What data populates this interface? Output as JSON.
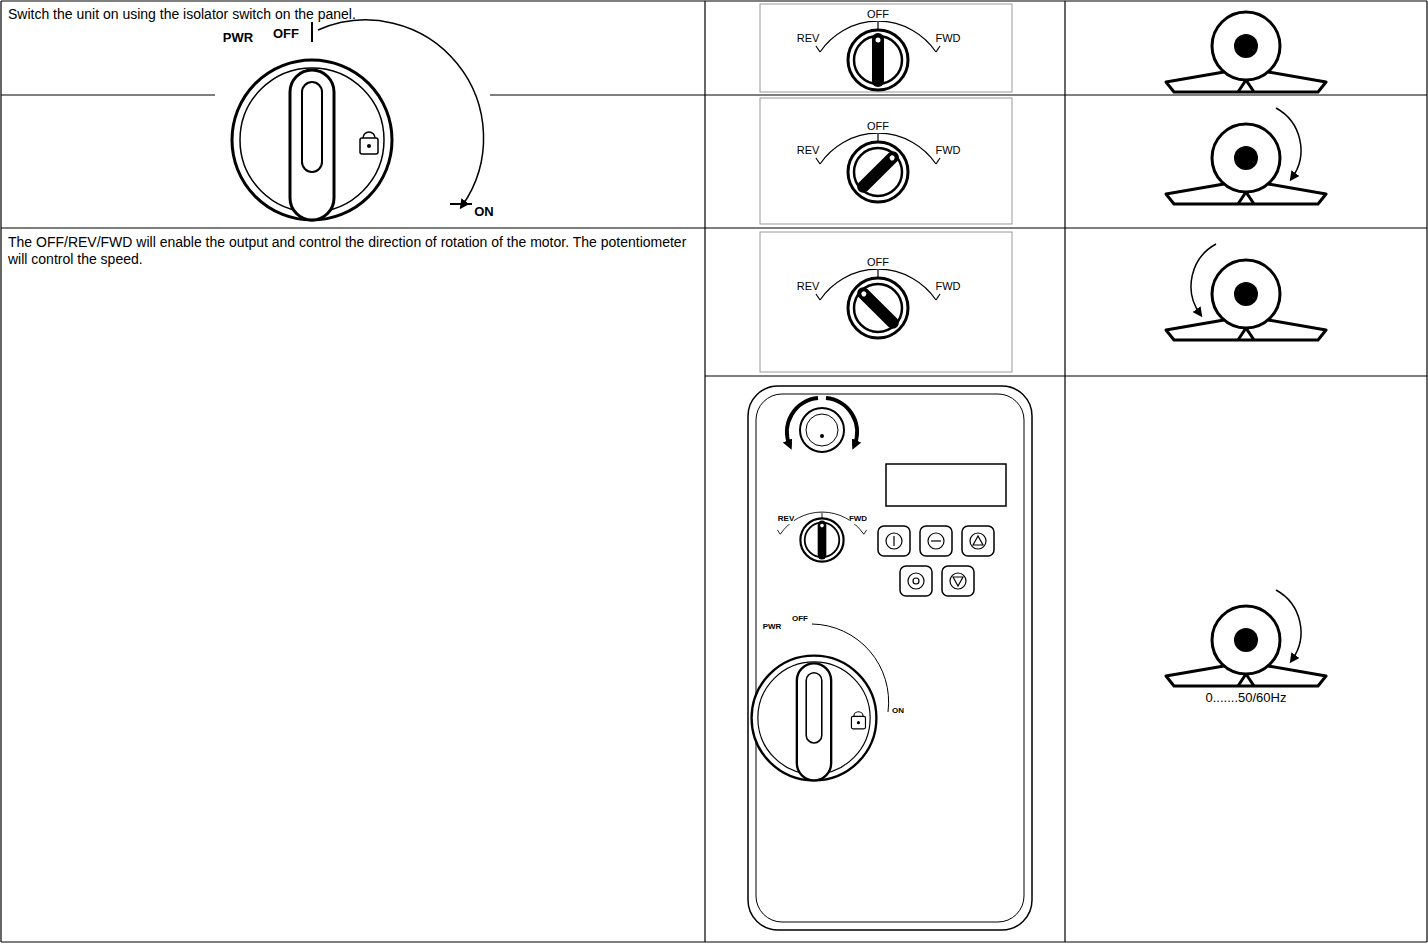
{
  "diagram": {
    "labels": [
      "Switch the unit on using the isolator switch on the panel.",
      "REV",
      "OFF",
      "FWD",
      "PWR",
      "OFF",
      "ON",
      "REV",
      "OFF",
      "FWD",
      "The OFF/REV/FWD will enable the output and control the direction of rotation of the motor. The potentiometer will control the speed.",
      "REV",
      "OFF",
      "FWD",
      "REV",
      "FWD",
      "PWR",
      "OFF",
      "ON",
      "0.......50/60Hz"
    ]
  }
}
